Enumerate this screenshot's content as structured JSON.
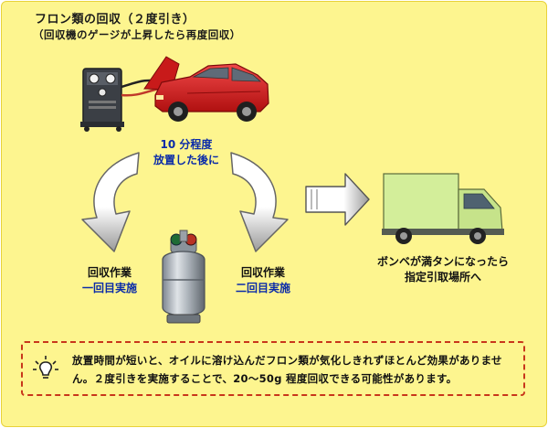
{
  "header": {
    "title": "フロン類の回収（２度引き）",
    "subtitle": "（回収機のゲージが上昇したら再度回収）"
  },
  "step_wait": {
    "line1": "10 分程度",
    "line2": "放置した後に"
  },
  "step_first": {
    "line1": "回収作業",
    "line2": "一回目実施"
  },
  "step_second": {
    "line1": "回収作業",
    "line2": "二回目実施"
  },
  "step_truck": {
    "line1": "ボンベが満タンになったら",
    "line2": "指定引取場所へ"
  },
  "note": {
    "text": "放置時間が短いと、オイルに溶け込んだフロン類が気化しきれずほとんど効果がありません。２度引きを実施することで、20～50g 程度回収できる可能性があります。"
  },
  "colors": {
    "background": "#fdf58f",
    "note_border": "#c8361b",
    "blue_text": "#0a2ba8",
    "car_red": "#d81e1e",
    "truck_green": "#d3ee9a"
  },
  "icons": [
    "recovery-machine-icon",
    "red-car-icon",
    "gas-cylinder-icon",
    "truck-icon",
    "lightbulb-icon",
    "arrow-icon"
  ]
}
